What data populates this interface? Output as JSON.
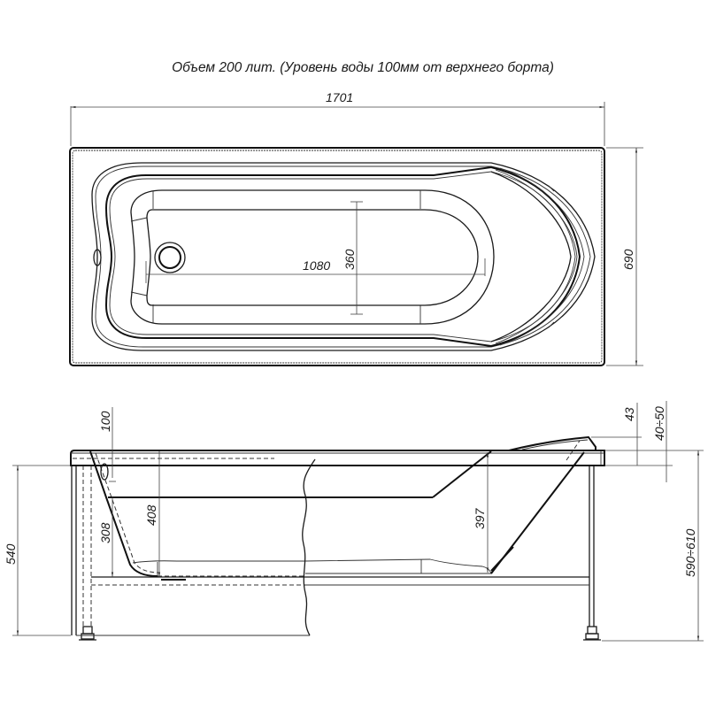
{
  "title": "Объем 200 лит. (Уровень воды 100мм от верхнего борта)",
  "top_view": {
    "dimensions": {
      "overall_length": "1701",
      "overall_width": "690",
      "bottom_length": "1080",
      "bottom_width": "360"
    }
  },
  "side_view": {
    "dimensions": {
      "water_level_offset": "100",
      "total_height_left": "540",
      "drain_depth": "308",
      "inner_depth_left": "408",
      "inner_depth_right": "397",
      "headrest_height": "43",
      "rim_thickness": "40÷50",
      "leg_height_range": "590÷610"
    }
  },
  "colors": {
    "line": "#1a1a1a",
    "background": "#ffffff"
  }
}
